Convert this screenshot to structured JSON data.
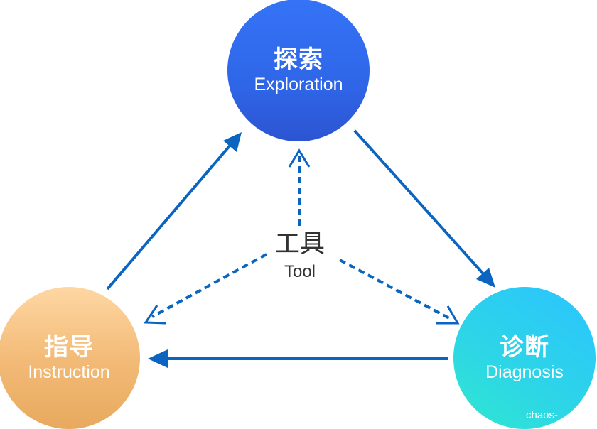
{
  "diagram": {
    "type": "cycle",
    "nodes": {
      "exploration": {
        "zh": "探索",
        "en": "Exploration",
        "color_top": "#3573F6",
        "color_bottom": "#2C54D2"
      },
      "guidance": {
        "zh": "指导",
        "en": "Instruction",
        "color_top": "#FED7A3",
        "color_bottom": "#E8A95E"
      },
      "diagnosis": {
        "zh": "诊断",
        "en": "Diagnosis",
        "color_start": "#2FE8CF",
        "color_end": "#2BC3FF"
      }
    },
    "center": {
      "zh": "工具",
      "en": "Tool"
    },
    "edges": [
      {
        "from": "Instruction",
        "to": "Exploration",
        "style": "solid"
      },
      {
        "from": "Exploration",
        "to": "Diagnosis",
        "style": "solid"
      },
      {
        "from": "Diagnosis",
        "to": "Instruction",
        "style": "solid"
      },
      {
        "from": "Tool",
        "to": "Exploration",
        "style": "dashed"
      },
      {
        "from": "Tool",
        "to": "Instruction",
        "style": "dashed"
      },
      {
        "from": "Tool",
        "to": "Diagnosis",
        "style": "dashed"
      }
    ],
    "arrow_color": "#0A64C0"
  },
  "watermark": "chaos-"
}
